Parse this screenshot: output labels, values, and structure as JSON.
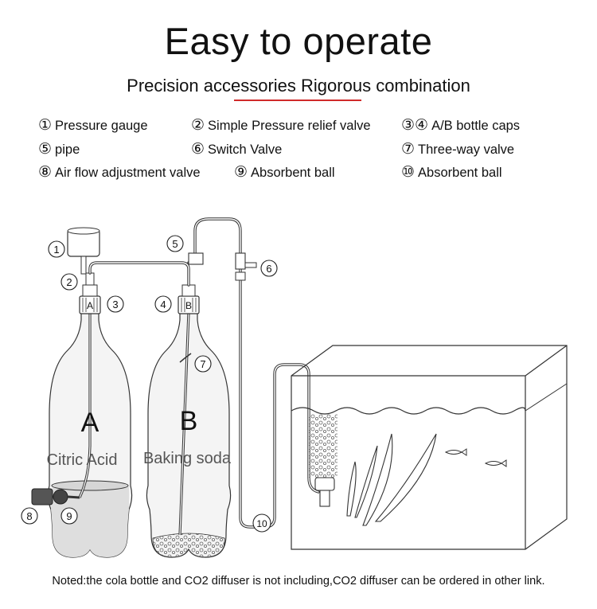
{
  "title": "Easy to operate",
  "subtitle": "Precision accessories Rigorous combination",
  "legend": [
    {
      "num": "①",
      "label": "Pressure gauge"
    },
    {
      "num": "②",
      "label": "Simple Pressure relief valve"
    },
    {
      "num": "③④",
      "label": "A/B bottle caps"
    },
    {
      "num": "⑤",
      "label": "pipe"
    },
    {
      "num": "⑥",
      "label": "Switch Valve"
    },
    {
      "num": "⑦",
      "label": "Three-way valve"
    },
    {
      "num": "⑧",
      "label": "Air flow adjustment valve"
    },
    {
      "num": "⑨",
      "label": "Absorbent ball"
    },
    {
      "num": "⑩",
      "label": "Absorbent ball"
    }
  ],
  "diagram": {
    "bottle_a_letter": "A",
    "bottle_a_label": "Citric Acid",
    "bottle_b_letter": "B",
    "bottle_b_label": "Baking soda",
    "cap_a_letter": "A",
    "cap_b_letter": "B",
    "callouts": [
      "1",
      "2",
      "3",
      "4",
      "5",
      "6",
      "7",
      "8",
      "9",
      "10"
    ]
  },
  "note": "Noted:the cola bottle and CO2 diffuser is not including,CO2 diffuser can be ordered in other link."
}
